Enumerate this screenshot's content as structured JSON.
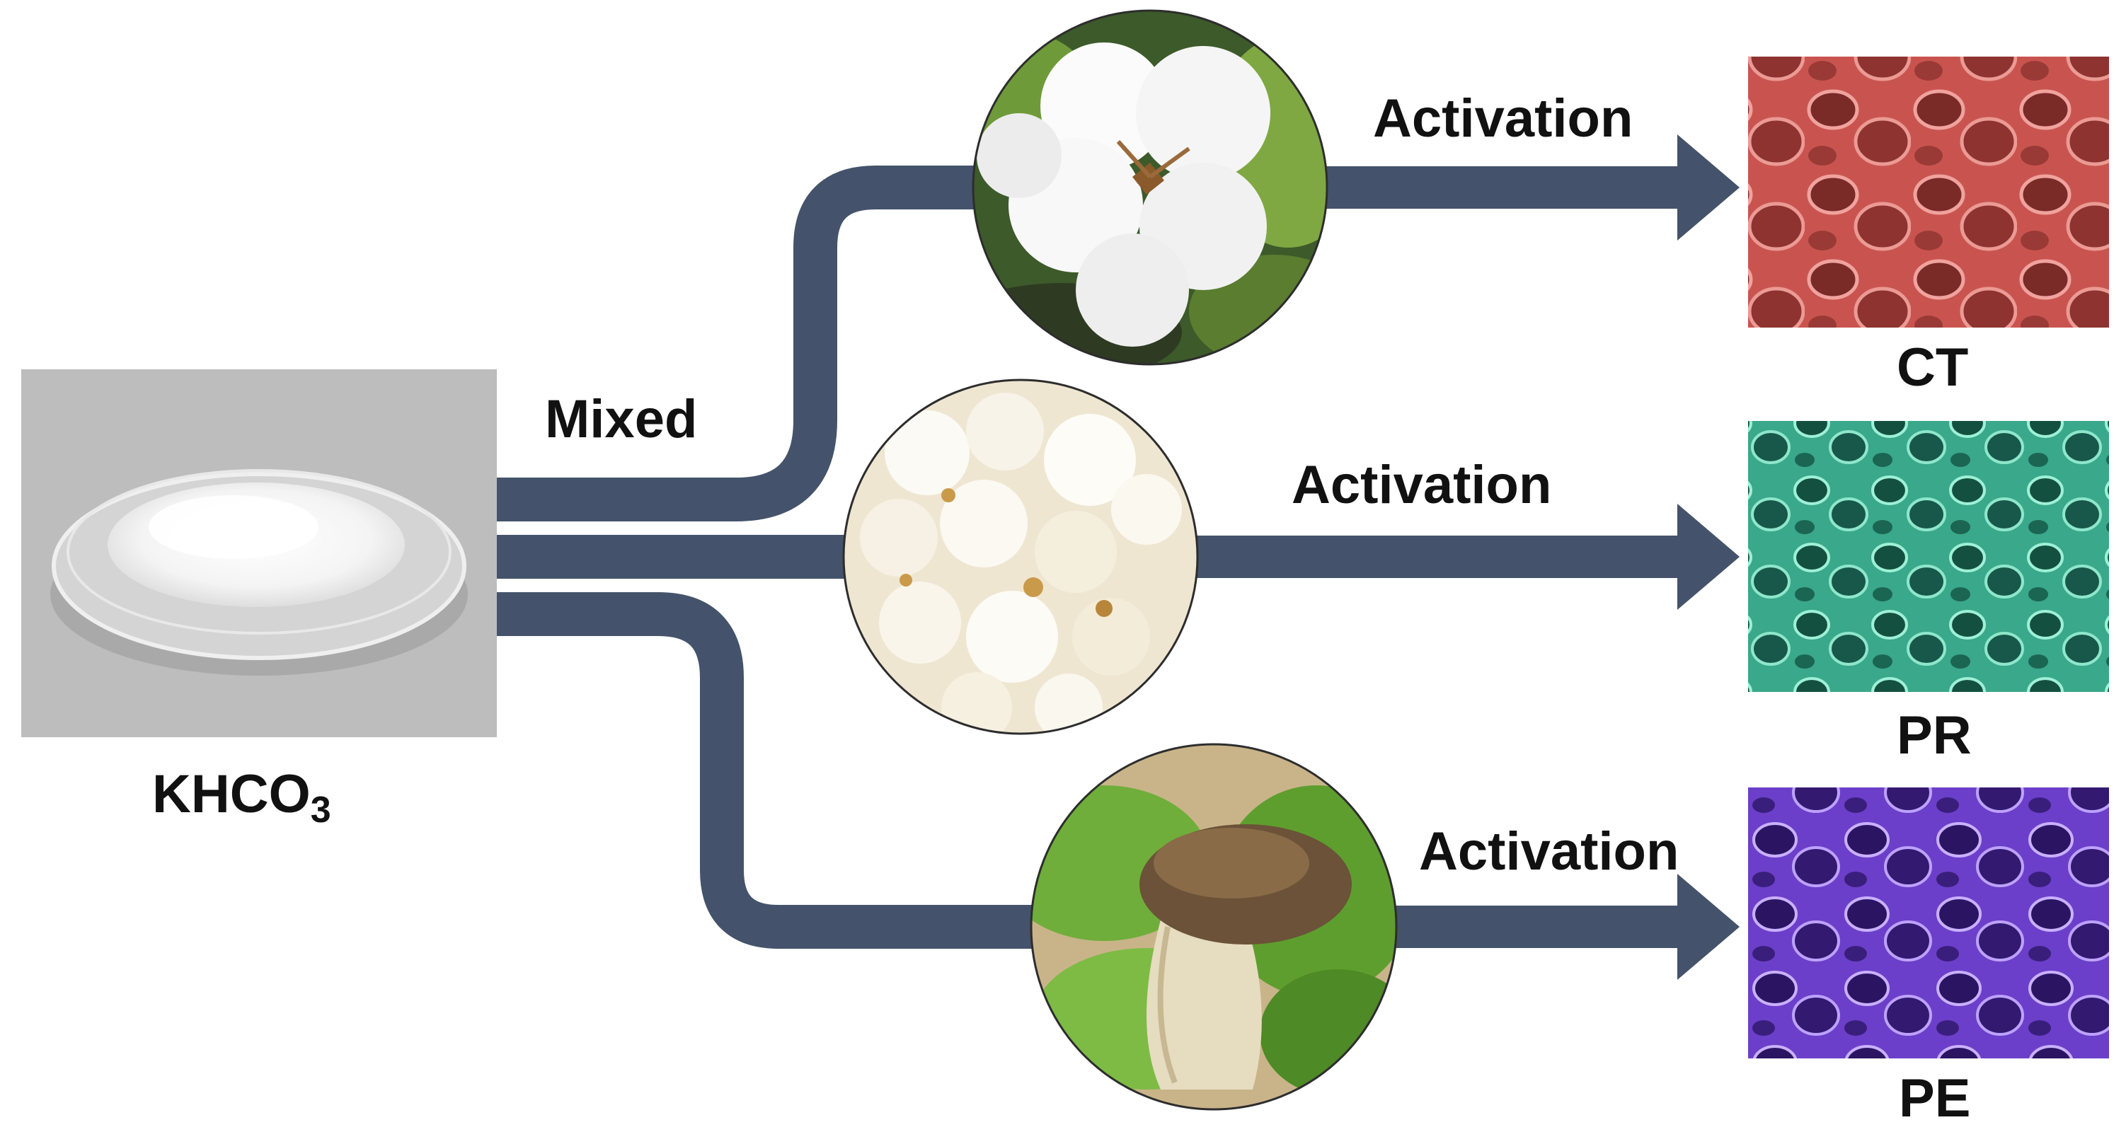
{
  "reagent": {
    "formula_main": "KHCO",
    "formula_sub": "3",
    "photo_icon": "petri-dish-white-powder"
  },
  "mixing": {
    "label": "Mixed"
  },
  "precursors": [
    {
      "icon": "cotton-boll-photo",
      "activation_label": "Activation",
      "product_label": "CT",
      "product_color": "#c9544f"
    },
    {
      "icon": "popcorn-photo",
      "activation_label": "Activation",
      "product_label": "PR",
      "product_color": "#3aa88a"
    },
    {
      "icon": "king-oyster-mushroom-photo",
      "activation_label": "Activation",
      "product_label": "PE",
      "product_color": "#6b3fc9"
    }
  ],
  "colors": {
    "arrow": "#44536b",
    "background": "#ffffff"
  }
}
